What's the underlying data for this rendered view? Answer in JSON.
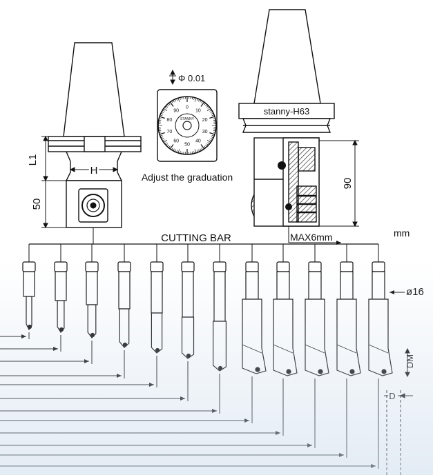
{
  "labels": {
    "l1": "L1",
    "h": "H",
    "dim_50": "50",
    "phi": "Φ 0.01",
    "adjust": "Adjust the graduation",
    "brand": "stanny-H63",
    "dim_90": "90",
    "cutting_bar": "CUTTING BAR",
    "max6": "MAX6mm",
    "unit": "mm",
    "shank_dia": "ø16",
    "dm": "DM",
    "d": "D"
  },
  "dial": {
    "numbers": [
      "0",
      "10",
      "20",
      "30",
      "40",
      "50",
      "60",
      "70",
      "80",
      "90"
    ],
    "center_text": "STANNY"
  },
  "colors": {
    "line": "#111111",
    "hatch": "#333333",
    "fill_light": "#f4f4f4"
  }
}
